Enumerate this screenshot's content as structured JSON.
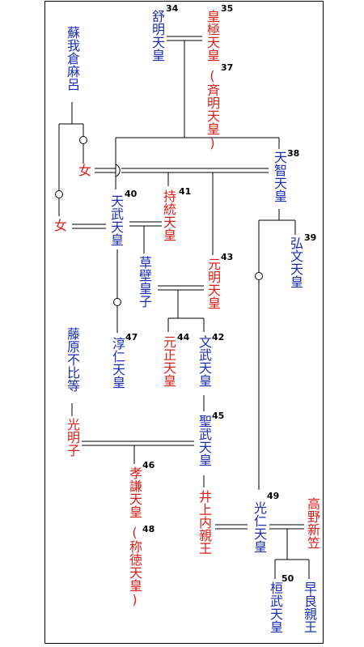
{
  "colors": {
    "male": "#1c2fb0",
    "female": "#d8201a",
    "line": "#000000"
  },
  "people": {
    "jomei": {
      "name": "舒明天皇",
      "num": "34"
    },
    "kogyoku": {
      "name": "皇極天皇",
      "num": "35"
    },
    "saimei": {
      "name": "(斉明天皇)",
      "num": "37"
    },
    "soga": {
      "name": "蘇我倉麻呂"
    },
    "daughter1": {
      "name": "女"
    },
    "daughter2": {
      "name": "女"
    },
    "tenji": {
      "name": "天智天皇",
      "num": "38"
    },
    "tenmu": {
      "name": "天武天皇",
      "num": "40"
    },
    "jito": {
      "name": "持統天皇",
      "num": "41"
    },
    "genmei": {
      "name": "元明天皇",
      "num": "43"
    },
    "kobun": {
      "name": "弘文天皇",
      "num": "39"
    },
    "kusakabe": {
      "name": "草壁皇子"
    },
    "junnin": {
      "name": "淳仁天皇",
      "num": "47"
    },
    "gensho": {
      "name": "元正天皇",
      "num": "44"
    },
    "monmu": {
      "name": "文武天皇",
      "num": "42"
    },
    "fuhito": {
      "name": "藤原不比等"
    },
    "komyo": {
      "name": "光明子"
    },
    "shomu": {
      "name": "聖武天皇",
      "num": "45"
    },
    "koken": {
      "name": "孝謙天皇",
      "num": "46"
    },
    "shotoku": {
      "name": "(称徳天皇)",
      "num": "48"
    },
    "inoue": {
      "name": "井上内親王"
    },
    "konin": {
      "name": "光仁天皇",
      "num": "49"
    },
    "takano": {
      "name": "高野新笠"
    },
    "kanmu": {
      "name": "桓武天皇",
      "num": "50"
    },
    "sawara": {
      "name": "早良親王"
    }
  }
}
